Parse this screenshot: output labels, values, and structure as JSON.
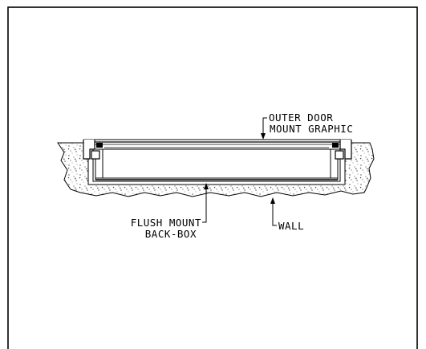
{
  "labels": {
    "outer_door_line1": "OUTER DOOR",
    "outer_door_line2": "MOUNT GRAPHIC",
    "back_box_line1": "FLUSH MOUNT",
    "back_box_line2": "BACK-BOX",
    "wall": "WALL"
  }
}
